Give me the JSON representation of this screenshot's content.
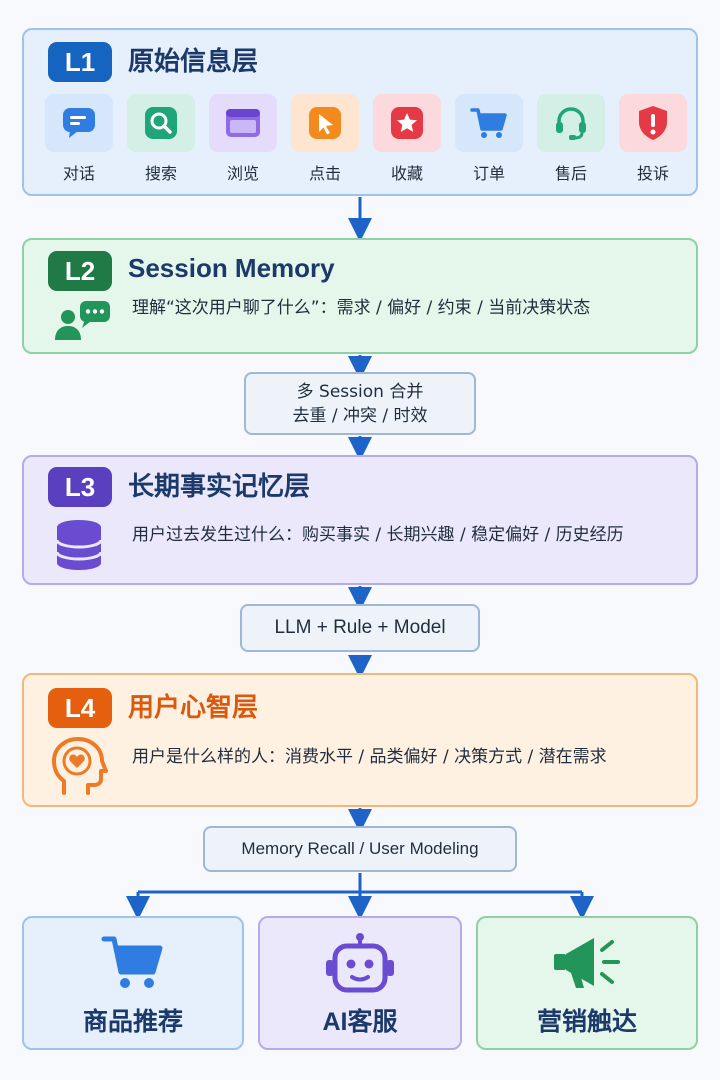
{
  "colors": {
    "l1_badge": "#1565c0",
    "l2_badge": "#1f7a45",
    "l3_badge": "#5a3fbf",
    "l4_badge": "#e4600f",
    "arrow": "#1e64c8"
  },
  "l1": {
    "badge": "L1",
    "title": "原始信息层",
    "sources": [
      {
        "label": "对话",
        "icon": "chat-icon"
      },
      {
        "label": "搜索",
        "icon": "search-icon"
      },
      {
        "label": "浏览",
        "icon": "browser-window-icon"
      },
      {
        "label": "点击",
        "icon": "pointer-icon"
      },
      {
        "label": "收藏",
        "icon": "star-icon"
      },
      {
        "label": "订单",
        "icon": "cart-icon"
      },
      {
        "label": "售后",
        "icon": "headset-icon"
      },
      {
        "label": "投诉",
        "icon": "shield-alert-icon"
      }
    ]
  },
  "l2": {
    "badge": "L2",
    "title": "Session Memory",
    "icon": "user-chat-icon",
    "desc": "理解“这次用户聊了什么”：需求 / 偏好 / 约束 / 当前决策状态"
  },
  "merge": {
    "line1": "多 Session 合并",
    "line2": "去重 / 冲突 / 时效"
  },
  "l3": {
    "badge": "L3",
    "title": "长期事实记忆层",
    "icon": "database-icon",
    "desc": "用户过去发生过什么：购买事实 / 长期兴趣 / 稳定偏好 / 历史经历"
  },
  "model": {
    "label": "LLM + Rule + Model"
  },
  "l4": {
    "badge": "L4",
    "title": "用户心智层",
    "icon": "head-heart-icon",
    "desc": "用户是什么样的人：消费水平 / 品类偏好 / 决策方式 / 潜在需求"
  },
  "recall": {
    "label": "Memory Recall / User Modeling"
  },
  "outputs": [
    {
      "label": "商品推荐",
      "icon": "cart-icon"
    },
    {
      "label": "AI客服",
      "icon": "robot-icon"
    },
    {
      "label": "营销触达",
      "icon": "megaphone-icon"
    }
  ]
}
